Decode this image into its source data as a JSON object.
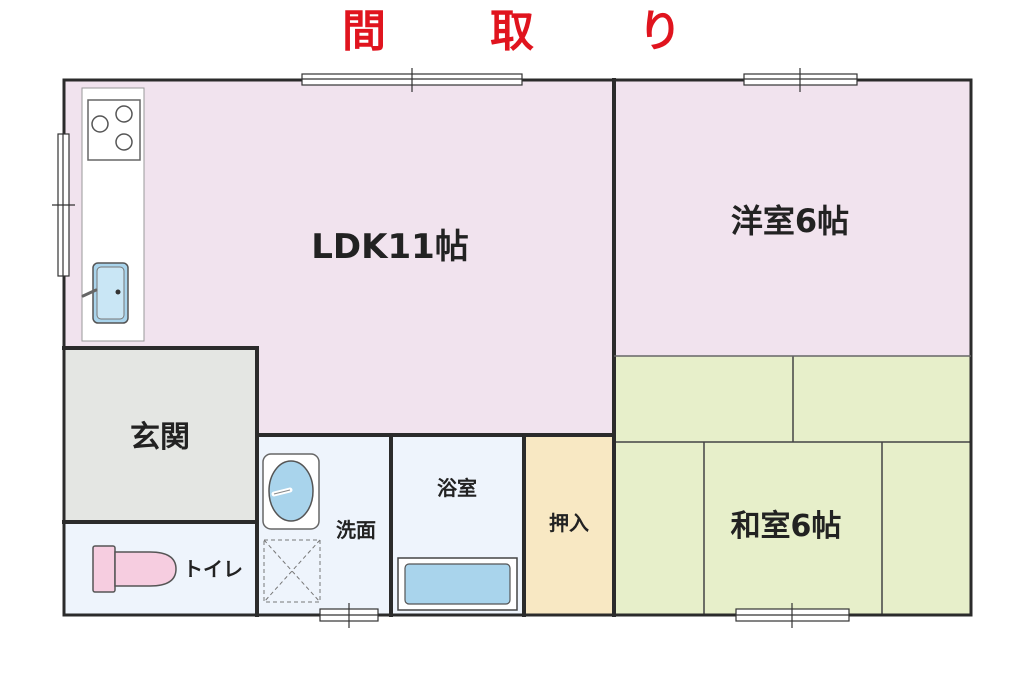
{
  "title": "間　取　り",
  "rooms": {
    "ldk": "LDK11帖",
    "western": "洋室6帖",
    "japanese": "和室6帖",
    "entrance": "玄関",
    "bath": "浴室",
    "washroom": "洗面",
    "closet": "押入",
    "toilet": "トイレ"
  },
  "colors": {
    "title": "#e0141e",
    "ldk": "#f1e3ee",
    "western": "#f1e3ee",
    "japanese": "#e7efca",
    "entrance": "#e4e6e3",
    "wet_area": "#eef4fc",
    "closet": "#f8e8c3",
    "toilet_fixture": "#f6cde0",
    "sink_fixture": "#a9d4ec",
    "wall": "#2b2b2b"
  }
}
